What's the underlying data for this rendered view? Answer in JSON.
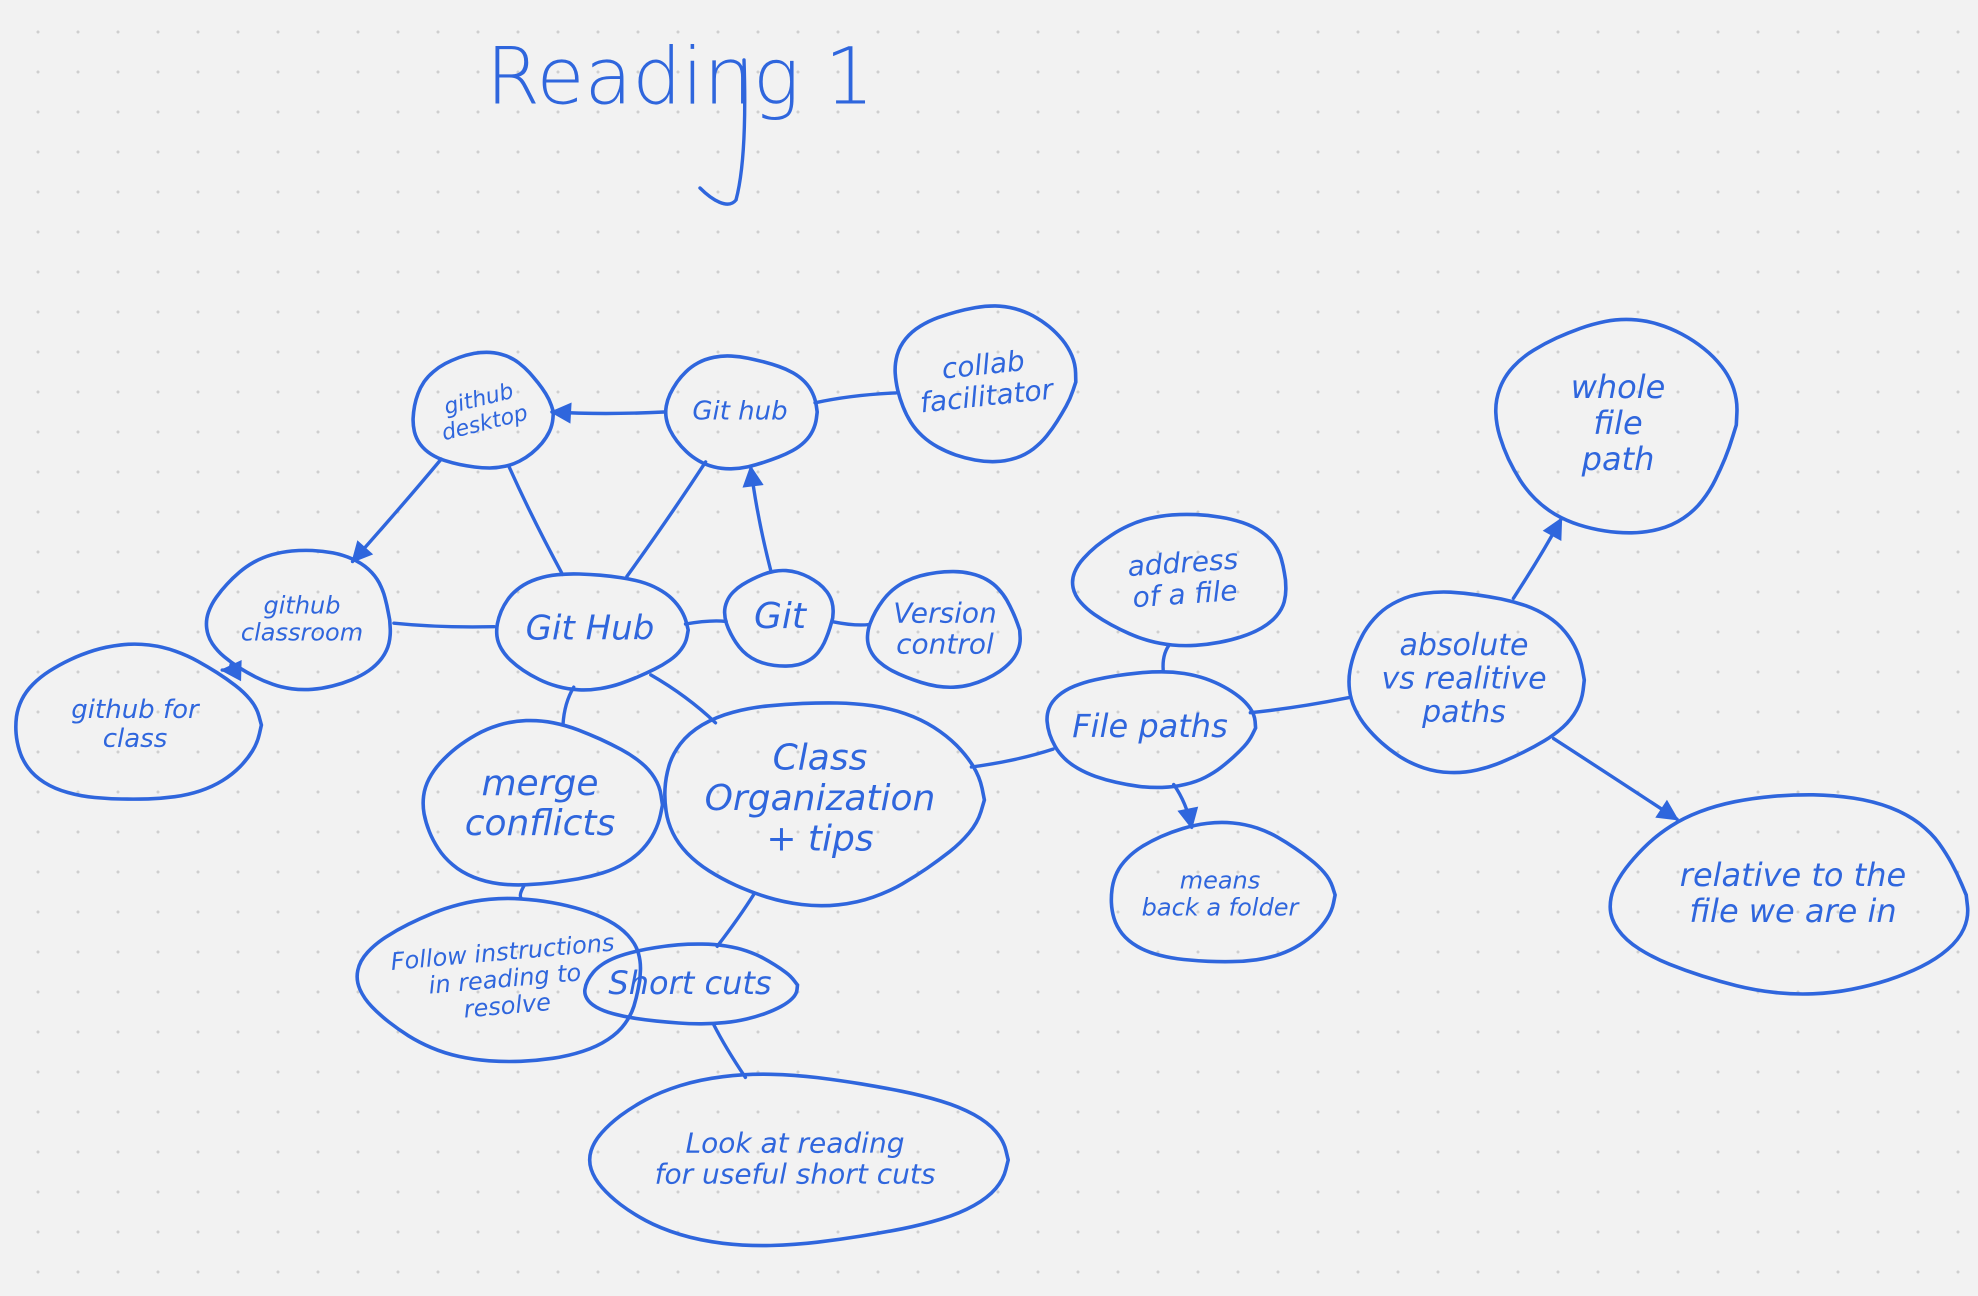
{
  "title": "Reading 1",
  "ink_color": "#2f66dd",
  "background_color": "#f2f2f2",
  "nodes": [
    {
      "id": "github-desktop",
      "lines": [
        "github",
        "desktop"
      ]
    },
    {
      "id": "git-hub-top",
      "lines": [
        "Git hub"
      ]
    },
    {
      "id": "collab-facilitator",
      "lines": [
        "collab",
        "facilitator"
      ]
    },
    {
      "id": "github-classroom",
      "lines": [
        "github",
        "classroom"
      ]
    },
    {
      "id": "github-for-class",
      "lines": [
        "github for",
        "class"
      ]
    },
    {
      "id": "git-hub-center",
      "lines": [
        "Git Hub"
      ]
    },
    {
      "id": "git",
      "lines": [
        "Git"
      ]
    },
    {
      "id": "version-control",
      "lines": [
        "Version",
        "control"
      ]
    },
    {
      "id": "merge-conflicts",
      "lines": [
        "merge",
        "conflicts"
      ]
    },
    {
      "id": "class-org-tips",
      "lines": [
        "Class",
        "Organization",
        "+ tips"
      ]
    },
    {
      "id": "follow-instructions",
      "lines": [
        "Follow instructions",
        "in reading to",
        "resolve"
      ]
    },
    {
      "id": "short-cuts",
      "lines": [
        "Short cuts"
      ]
    },
    {
      "id": "look-at-reading",
      "lines": [
        "Look at reading",
        "for useful short cuts"
      ]
    },
    {
      "id": "file-paths",
      "lines": [
        "File paths"
      ]
    },
    {
      "id": "address-of-file",
      "lines": [
        "address",
        "of a file"
      ]
    },
    {
      "id": "means-back",
      "lines": [
        "means",
        "back a folder"
      ]
    },
    {
      "id": "absolute-vs-relative",
      "lines": [
        "absolute",
        "vs realitive",
        "paths"
      ]
    },
    {
      "id": "whole-file-path",
      "lines": [
        "whole",
        "file",
        "path"
      ]
    },
    {
      "id": "relative-to-file",
      "lines": [
        "relative to the",
        "file we are in"
      ]
    }
  ],
  "edges": [
    {
      "from": "git-hub-top",
      "to": "github-desktop",
      "arrow": true
    },
    {
      "from": "github-desktop",
      "to": "github-classroom",
      "arrow": true
    },
    {
      "from": "git-hub-top",
      "to": "collab-facilitator",
      "arrow": false
    },
    {
      "from": "github-classroom",
      "to": "github-for-class",
      "arrow": true
    },
    {
      "from": "git-hub-center",
      "to": "github-desktop",
      "arrow": false
    },
    {
      "from": "git-hub-center",
      "to": "git-hub-top",
      "arrow": false
    },
    {
      "from": "git-hub-center",
      "to": "github-classroom",
      "arrow": false
    },
    {
      "from": "git-hub-center",
      "to": "git",
      "arrow": false
    },
    {
      "from": "git",
      "to": "git-hub-top",
      "arrow": true
    },
    {
      "from": "git",
      "to": "version-control",
      "arrow": false
    },
    {
      "from": "git-hub-center",
      "to": "merge-conflicts",
      "arrow": false
    },
    {
      "from": "git-hub-center",
      "to": "class-org-tips",
      "arrow": false
    },
    {
      "from": "merge-conflicts",
      "to": "follow-instructions",
      "arrow": false
    },
    {
      "from": "class-org-tips",
      "to": "short-cuts",
      "arrow": false
    },
    {
      "from": "short-cuts",
      "to": "look-at-reading",
      "arrow": false
    },
    {
      "from": "class-org-tips",
      "to": "file-paths",
      "arrow": false
    },
    {
      "from": "file-paths",
      "to": "address-of-file",
      "arrow": false
    },
    {
      "from": "file-paths",
      "to": "means-back",
      "arrow": true
    },
    {
      "from": "file-paths",
      "to": "absolute-vs-relative",
      "arrow": false
    },
    {
      "from": "absolute-vs-relative",
      "to": "whole-file-path",
      "arrow": true
    },
    {
      "from": "absolute-vs-relative",
      "to": "relative-to-file",
      "arrow": true
    }
  ]
}
